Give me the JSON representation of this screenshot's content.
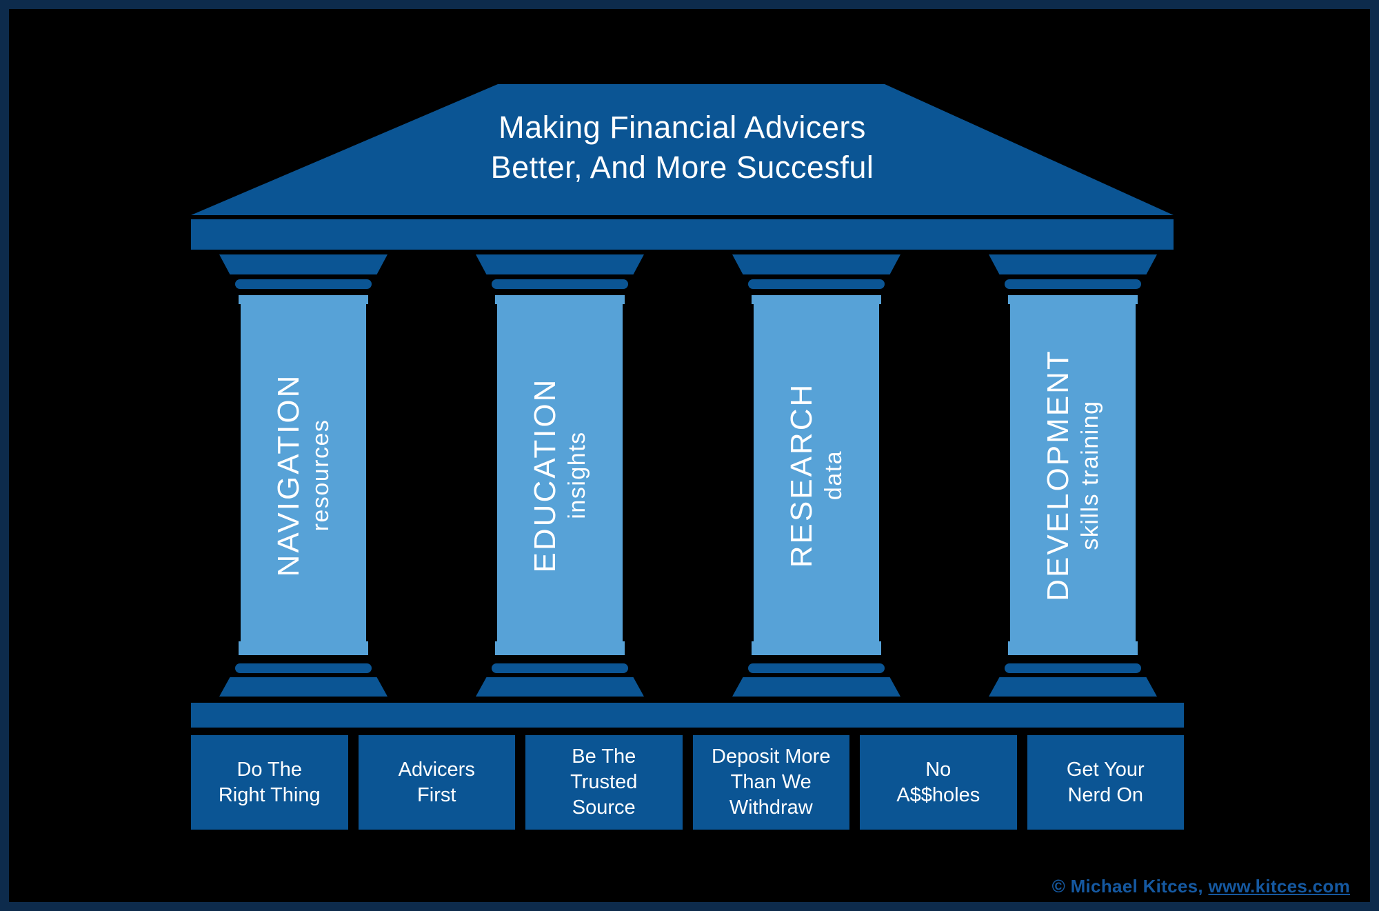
{
  "colors": {
    "border_navy": "#0d2b4c",
    "background": "#000000",
    "dark_blue": "#0b5594",
    "light_blue": "#57a2d7",
    "text_white": "#ffffff",
    "copyright_blue": "#1558a0"
  },
  "roof": {
    "title": "Making Financial Advicers\nBetter, And More Succesful"
  },
  "pillars": [
    {
      "title": "NAVIGATION",
      "subtitle": "resources"
    },
    {
      "title": "EDUCATION",
      "subtitle": "insights"
    },
    {
      "title": "RESEARCH",
      "subtitle": "data"
    },
    {
      "title": "DEVELOPMENT",
      "subtitle": "skills training"
    }
  ],
  "foundation_blocks": [
    {
      "label": "Do The\nRight Thing"
    },
    {
      "label": "Advicers\nFirst"
    },
    {
      "label": "Be The\nTrusted\nSource"
    },
    {
      "label": "Deposit More\nThan We\nWithdraw"
    },
    {
      "label": "No\nA$$holes"
    },
    {
      "label": "Get Your\nNerd On"
    }
  ],
  "footer": {
    "copyright_prefix": "© Michael Kitces, ",
    "copyright_link": "www.kitces.com"
  }
}
